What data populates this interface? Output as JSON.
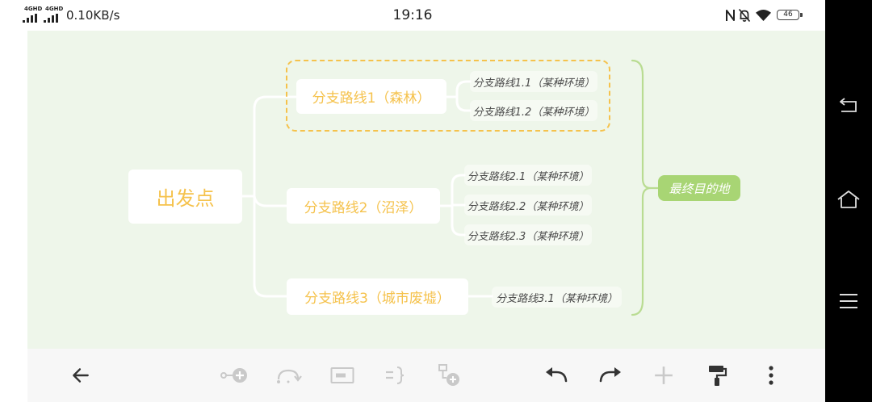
{
  "status_bar": {
    "signal_1_label": "4GHD",
    "signal_2_label": "4GHD",
    "network_speed": "0.10KB/s",
    "time": "19:16",
    "battery_level": "46",
    "icons": {
      "signal_1": "signal-strength-icon",
      "signal_2": "signal-strength-icon",
      "nfc": "nfc-icon",
      "notifications": "bell-off-icon",
      "wifi": "wifi-icon",
      "battery": "battery-icon"
    }
  },
  "mindmap": {
    "root": {
      "label": "出发点"
    },
    "branches": [
      {
        "label": "分支路线1（森林）",
        "selected": true,
        "children": [
          "分支路线1.1（某种环境）",
          "分支路线1.2（某种环境）"
        ]
      },
      {
        "label": "分支路线2（沼泽）",
        "children": [
          "分支路线2.1（某种环境）",
          "分支路线2.2（某种环境）",
          "分支路线2.3（某种环境）"
        ]
      },
      {
        "label": "分支路线3（城市废墟）",
        "children": [
          "分支路线3.1（某种环境）"
        ]
      }
    ],
    "summary": {
      "label": "最终目的地"
    }
  },
  "toolbar": {
    "items": [
      {
        "icon": "back-arrow-icon",
        "enabled": true
      },
      {
        "icon": "add-child-topic-icon",
        "enabled": false
      },
      {
        "icon": "relationship-icon",
        "enabled": false
      },
      {
        "icon": "boundary-icon",
        "enabled": false
      },
      {
        "icon": "summary-bracket-icon",
        "enabled": false
      },
      {
        "icon": "floating-topic-icon",
        "enabled": false
      },
      {
        "icon": "undo-icon",
        "enabled": true
      },
      {
        "icon": "redo-icon",
        "enabled": true
      },
      {
        "icon": "add-topic-icon",
        "enabled": false
      },
      {
        "icon": "format-painter-icon",
        "enabled": true
      },
      {
        "icon": "more-options-icon",
        "enabled": true
      }
    ]
  },
  "navigation_bar": {
    "icons": [
      "nav-back-icon",
      "nav-home-icon",
      "nav-menu-icon"
    ]
  },
  "colors": {
    "accent": "#f5c24c",
    "summary": "#a8d574",
    "canvas": "#eef6ea",
    "connector": "#ffffff",
    "bracket": "#b9dc92",
    "icon_active": "#333333",
    "icon_disabled": "#c9c9c9"
  }
}
